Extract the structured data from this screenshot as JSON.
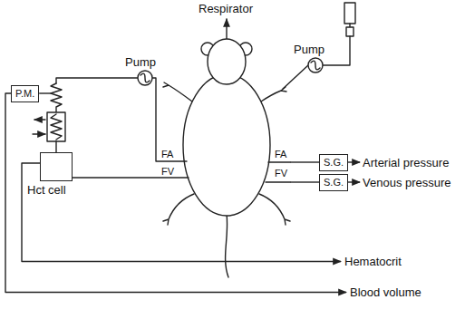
{
  "diagram": {
    "nodes": [
      {
        "text": [
          "P.M."
        ]
      },
      {
        "text": [
          "Hct cell"
        ]
      },
      {
        "text": [
          "S.G."
        ]
      },
      {
        "text": [
          "S.G."
        ]
      }
    ],
    "labels": [
      "Respirator",
      "Pump",
      "Pump",
      "FA",
      "FV",
      "FA",
      "FV",
      "Arterial pressure",
      "Venous pressure",
      "Hematocrit",
      "Blood volume"
    ]
  }
}
